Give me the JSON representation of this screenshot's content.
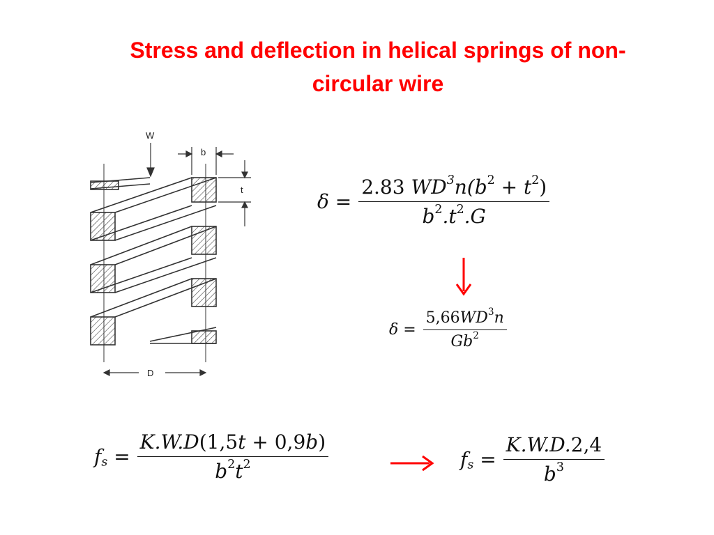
{
  "slide": {
    "title_line1": "Stress and deflection in helical springs of non-",
    "title_line2": "circular wire"
  },
  "diagram": {
    "label_w": "W",
    "label_b": "b",
    "label_t": "t",
    "label_d": "D"
  },
  "eq1": {
    "lhs": "δ =",
    "num_coef": "2.83",
    "num_a": "WD",
    "num_exp3": "3",
    "num_n": "n(b",
    "num_exp2a": "2",
    "num_plus": " + t",
    "num_exp2b": "2",
    "num_close": ")",
    "den_b": "b",
    "den_exp2a": "2",
    "den_dot1": ".t",
    "den_exp2b": "2",
    "den_g": ".G"
  },
  "eq2": {
    "lhs": "δ =",
    "num_coef": "5,66",
    "num_a": "WD",
    "num_exp3": "3",
    "num_n": "n",
    "den_g": "Gb",
    "den_exp2": "2"
  },
  "eq3": {
    "lhs_f": "f",
    "lhs_sub": "s",
    "lhs_eq": " =",
    "num_a": "K.W.D",
    "num_open": "(",
    "num_c1": "1,5",
    "num_t": "t",
    "num_plus": " + ",
    "num_c2": "0,9",
    "num_b": "b",
    "num_close": ")",
    "den_b": "b",
    "den_exp2a": "2",
    "den_t": "t",
    "den_exp2b": "2"
  },
  "eq4": {
    "lhs_f": "f",
    "lhs_sub": "s",
    "lhs_eq": " =",
    "num_a": "K.W.D.",
    "num_c": "2,4",
    "den_b": "b",
    "den_exp3": "3"
  },
  "colors": {
    "title": "#ff0000",
    "arrow": "#ff0000",
    "hatch": "#444444"
  }
}
